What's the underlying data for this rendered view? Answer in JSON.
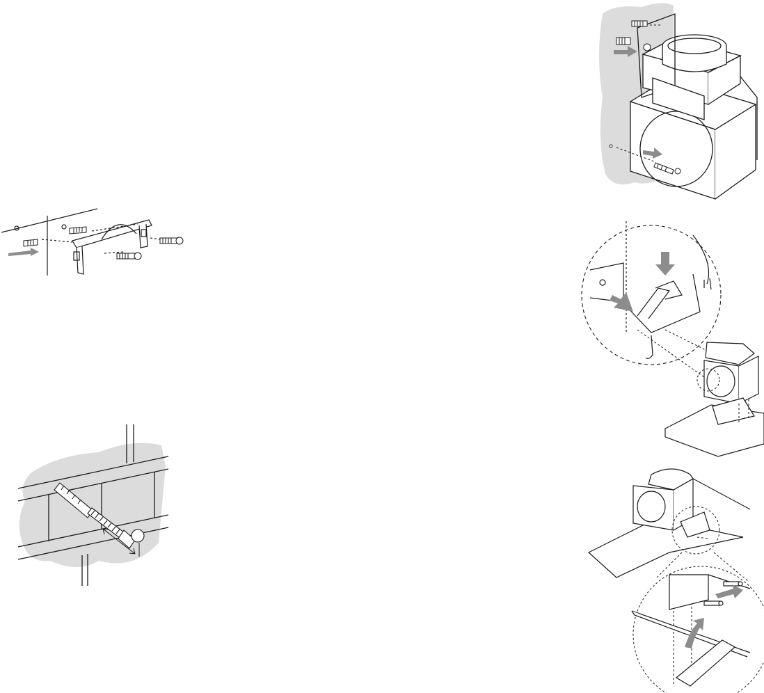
{
  "figures": [
    {
      "id": "bracket",
      "icon": "wall-bracket-screws-icon"
    },
    {
      "id": "anchor",
      "icon": "wall-anchor-bolt-icon"
    },
    {
      "id": "fanbox",
      "icon": "fan-box-wall-mount-icon"
    },
    {
      "id": "clip",
      "icon": "bracket-clip-detail-icon"
    },
    {
      "id": "install",
      "icon": "screw-fastening-detail-icon"
    }
  ],
  "colors": {
    "line": "#1a1a1a",
    "wall": "#dcdcdc",
    "arrow": "#8c8c8c"
  }
}
